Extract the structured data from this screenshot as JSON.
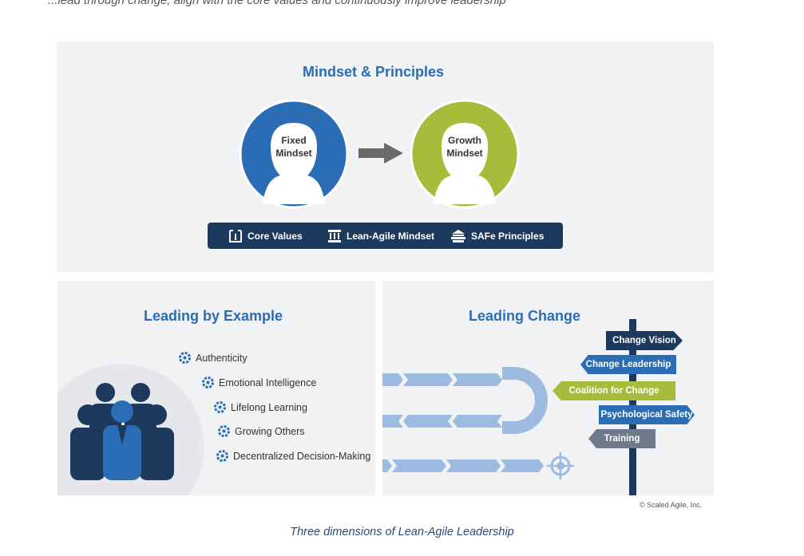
{
  "intro_text": "...lead through change, align with the core values and continuously improve leadership",
  "mindset": {
    "title": "Mindset & Principles",
    "fixed": {
      "line1": "Fixed",
      "line2": "Mindset"
    },
    "growth": {
      "line1": "Growth",
      "line2": "Mindset"
    },
    "bar": {
      "core_values": "Core Values",
      "lean_agile": "Lean-Agile Mindset",
      "safe_principles": "SAFe Principles"
    }
  },
  "example": {
    "title": "Leading by Example",
    "traits": [
      "Authenticity",
      "Emotional Intelligence",
      "Lifelong Learning",
      "Growing Others",
      "Decentralized Decision-Making"
    ]
  },
  "change": {
    "title": "Leading Change",
    "signs": [
      "Change Vision",
      "Change Leadership",
      "Coalition for Change",
      "Psychological Safety",
      "Training"
    ]
  },
  "copyright": "© Scaled Agile, Inc.",
  "caption": "Three dimensions of Lean-Agile Leadership",
  "colors": {
    "blue": "#2b6db4",
    "navy": "#1d3a5c",
    "green": "#a9bb3a",
    "grey_sign": "#6d7a8c",
    "arrow_light": "#9dbbe0"
  }
}
